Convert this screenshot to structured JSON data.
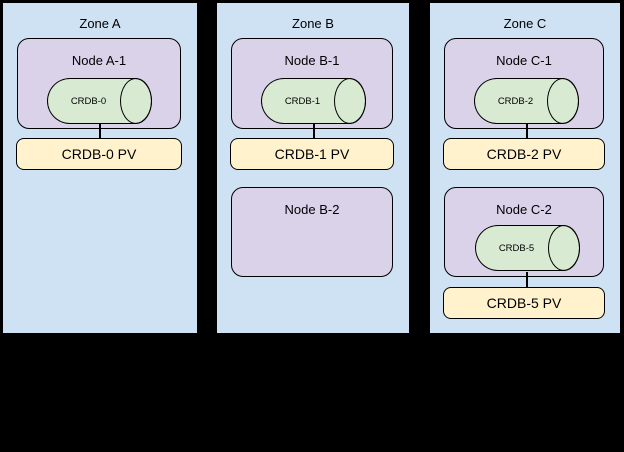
{
  "zones": [
    {
      "label": "Zone A",
      "node1": {
        "label": "Node A-1",
        "db": "CRDB-0"
      },
      "pv1": "CRDB-0 PV"
    },
    {
      "label": "Zone B",
      "node1": {
        "label": "Node B-1",
        "db": "CRDB-1"
      },
      "pv1": "CRDB-1 PV",
      "node2": {
        "label": "Node B-2"
      }
    },
    {
      "label": "Zone C",
      "node1": {
        "label": "Node C-1",
        "db": "CRDB-2"
      },
      "pv1": "CRDB-2 PV",
      "node2": {
        "label": "Node C-2",
        "db": "CRDB-5"
      },
      "pv2": "CRDB-5 PV"
    }
  ],
  "colors": {
    "background": "#000000",
    "zone_fill": "#cfe2f3",
    "node_fill": "#d9d2e9",
    "database_fill": "#d9ead3",
    "pv_fill": "#fff2cc",
    "border": "#000000"
  }
}
